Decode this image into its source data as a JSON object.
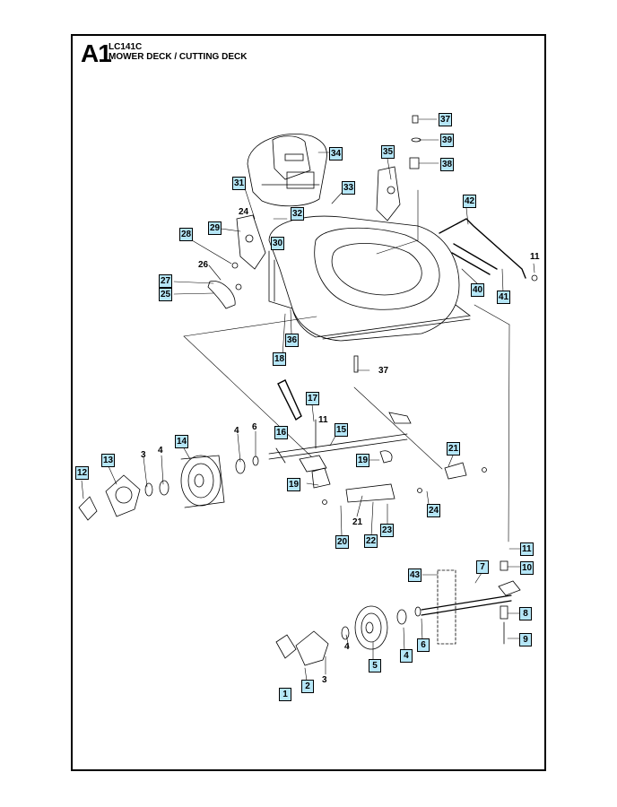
{
  "header": {
    "letter": "A1",
    "model": "LC141C",
    "title": "MOWER DECK / CUTTING DECK"
  },
  "colors": {
    "callout_fill": "#b5e6f7",
    "line": "#000000"
  },
  "callouts": [
    {
      "id": "c37a",
      "label": "37"
    },
    {
      "id": "c39",
      "label": "39"
    },
    {
      "id": "c38",
      "label": "38"
    },
    {
      "id": "c34",
      "label": "34"
    },
    {
      "id": "c35",
      "label": "35"
    },
    {
      "id": "c31",
      "label": "31"
    },
    {
      "id": "c33",
      "label": "33"
    },
    {
      "id": "c32",
      "label": "32"
    },
    {
      "id": "c42",
      "label": "42"
    },
    {
      "id": "c29",
      "label": "29"
    },
    {
      "id": "c30",
      "label": "30"
    },
    {
      "id": "c28",
      "label": "28"
    },
    {
      "id": "c27",
      "label": "27"
    },
    {
      "id": "c25",
      "label": "25"
    },
    {
      "id": "c40",
      "label": "40"
    },
    {
      "id": "c41",
      "label": "41"
    },
    {
      "id": "c36",
      "label": "36"
    },
    {
      "id": "c18",
      "label": "18"
    },
    {
      "id": "c17",
      "label": "17"
    },
    {
      "id": "c15",
      "label": "15"
    },
    {
      "id": "c16",
      "label": "16"
    },
    {
      "id": "c14",
      "label": "14"
    },
    {
      "id": "c13",
      "label": "13"
    },
    {
      "id": "c12",
      "label": "12"
    },
    {
      "id": "c21a",
      "label": "21"
    },
    {
      "id": "c19a",
      "label": "19"
    },
    {
      "id": "c24b",
      "label": "24"
    },
    {
      "id": "c20",
      "label": "20"
    },
    {
      "id": "c22",
      "label": "22"
    },
    {
      "id": "c23",
      "label": "23"
    },
    {
      "id": "c11b",
      "label": "11"
    },
    {
      "id": "c10",
      "label": "10"
    },
    {
      "id": "c43",
      "label": "43"
    },
    {
      "id": "c7",
      "label": "7"
    },
    {
      "id": "c8",
      "label": "8"
    },
    {
      "id": "c9",
      "label": "9"
    },
    {
      "id": "c6b",
      "label": "6"
    },
    {
      "id": "c4b",
      "label": "4"
    },
    {
      "id": "c5",
      "label": "5"
    },
    {
      "id": "c2",
      "label": "2"
    },
    {
      "id": "c1",
      "label": "1"
    },
    {
      "id": "c19b",
      "label": "19"
    }
  ],
  "plain_labels": [
    {
      "id": "p24a",
      "label": "24"
    },
    {
      "id": "p26",
      "label": "26"
    },
    {
      "id": "p11a",
      "label": "11"
    },
    {
      "id": "p37b",
      "label": "37"
    },
    {
      "id": "p11c",
      "label": "11"
    },
    {
      "id": "p4a",
      "label": "4"
    },
    {
      "id": "p6a",
      "label": "6"
    },
    {
      "id": "p3a",
      "label": "3"
    },
    {
      "id": "p4c",
      "label": "4"
    },
    {
      "id": "p21b",
      "label": "21"
    },
    {
      "id": "p3b",
      "label": "3"
    },
    {
      "id": "p4d",
      "label": "4"
    }
  ]
}
